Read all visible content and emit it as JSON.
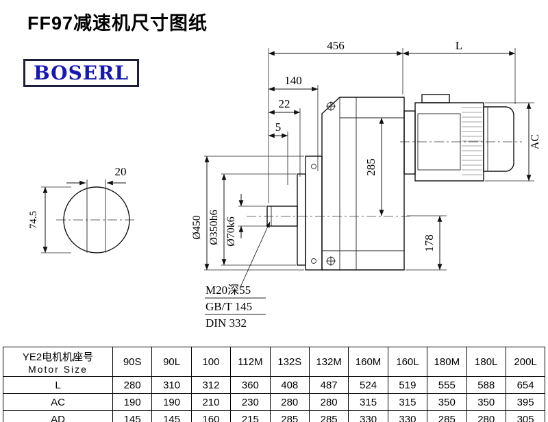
{
  "page": {
    "title": "FF97减速机尺寸图纸",
    "logo_text": "BOSERL"
  },
  "drawing": {
    "dim_456": "456",
    "dim_L": "L",
    "dim_140": "140",
    "dim_22": "22",
    "dim_5": "5",
    "dim_285": "285",
    "dim_AC": "AC",
    "dim_178": "178",
    "dia_flange": "Ø450",
    "dia_spigot": "Ø350h6",
    "dia_shaft": "Ø70k6",
    "dim_key_width": "20",
    "dim_key_height": "74.5",
    "note_thread": "M20深55",
    "note_gb": "GB/T 145",
    "note_din": "DIN 332"
  },
  "table": {
    "header_label_cn": "YE2电机机座号",
    "header_label_en": "Motor Size",
    "motor_sizes": [
      "90S",
      "90L",
      "100",
      "112M",
      "132S",
      "132M",
      "160M",
      "160L",
      "180M",
      "180L",
      "200L"
    ],
    "rows": [
      {
        "label": "L",
        "values": [
          "280",
          "310",
          "312",
          "360",
          "408",
          "487",
          "524",
          "519",
          "555",
          "588",
          "654"
        ]
      },
      {
        "label": "AC",
        "values": [
          "190",
          "190",
          "210",
          "230",
          "280",
          "280",
          "315",
          "315",
          "350",
          "350",
          "395"
        ]
      },
      {
        "label": "AD",
        "values": [
          "145",
          "145",
          "160",
          "215",
          "285",
          "285",
          "330",
          "330",
          "285",
          "280",
          "305"
        ]
      }
    ]
  }
}
